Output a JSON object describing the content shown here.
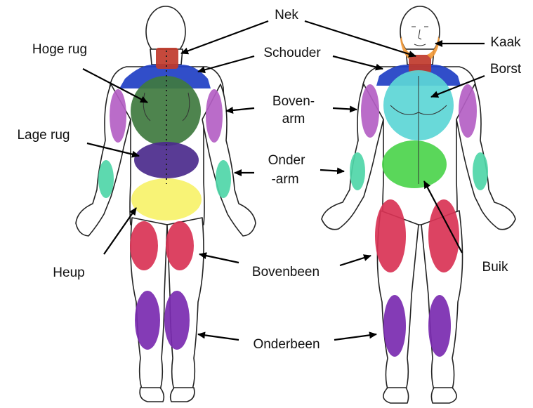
{
  "labels": {
    "nek": "Nek",
    "schouder": "Schouder",
    "kaak": "Kaak",
    "borst": "Borst",
    "hoge_rug": "Hoge rug",
    "lage_rug": "Lage rug",
    "bovenarm_1": "Boven-",
    "bovenarm_2": "arm",
    "onderarm_1": "Onder",
    "onderarm_2": "-arm",
    "heup": "Heup",
    "bovenbeen": "Bovenbeen",
    "buik": "Buik",
    "onderbeen": "Onderbeen"
  },
  "colors": {
    "nek": "#c0392b",
    "schouder": "#1f3fc4",
    "kaak": "#f29a3a",
    "borst": "#5cd6d6",
    "hoge_rug": "#3f7a3f",
    "lage_rug": "#4b2a8c",
    "bovenarm": "#b45fc4",
    "onderarm": "#4fd6a8",
    "heup": "#f7f26a",
    "bovenbeen": "#d93355",
    "buik": "#4cd44c",
    "onderbeen": "#7a2ab0"
  }
}
